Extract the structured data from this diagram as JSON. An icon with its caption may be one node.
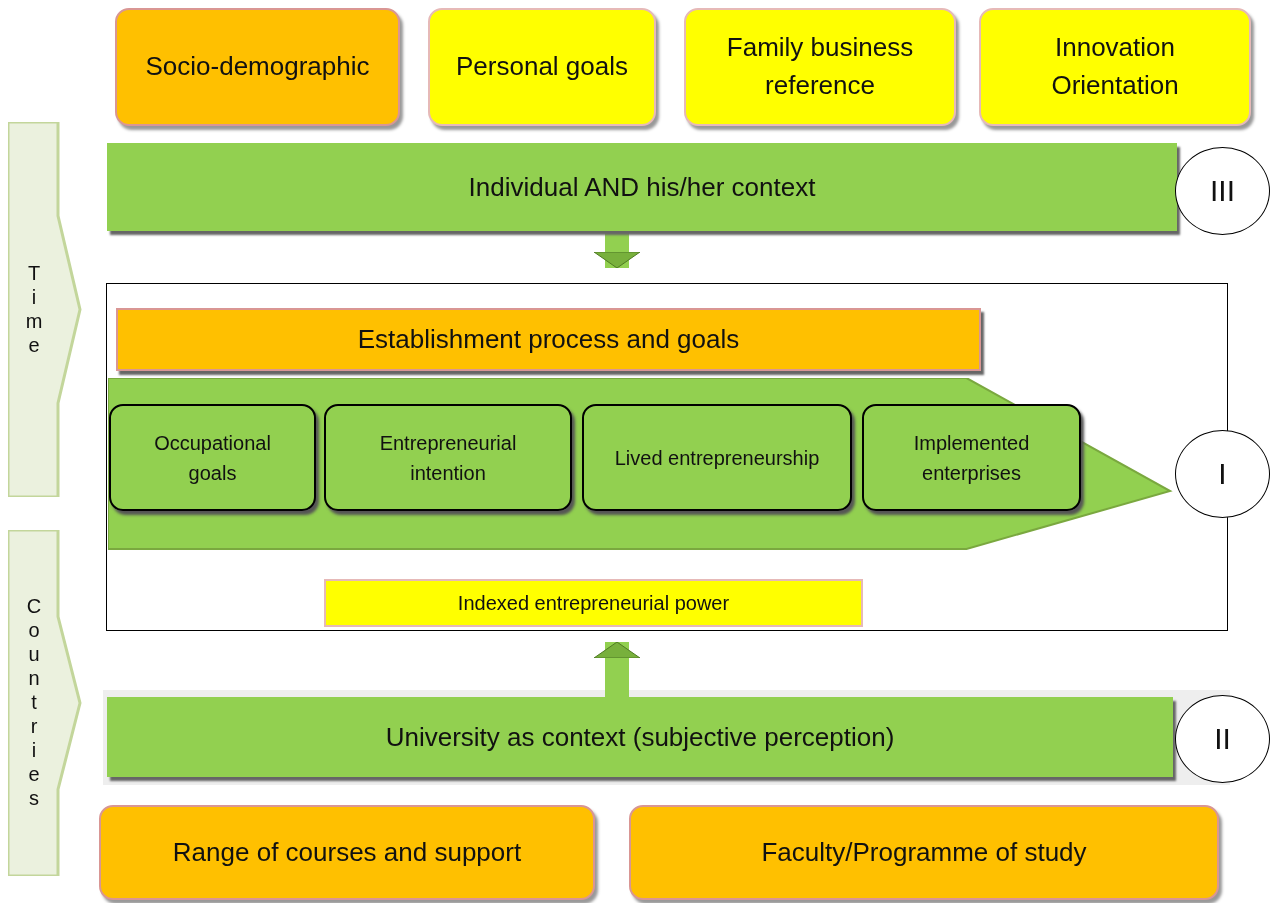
{
  "diagram": {
    "nodes": [
      {
        "text": [
          "Socio-demographic"
        ]
      },
      {
        "text": [
          "Personal goals"
        ]
      },
      {
        "text": [
          "Family business reference"
        ]
      },
      {
        "text": [
          "Innovation Orientation"
        ]
      },
      {
        "text": [
          "Individual AND his/her context"
        ]
      },
      {
        "text": [
          "III"
        ]
      },
      {
        "text": [
          "Time"
        ]
      },
      {
        "text": [],
        "shape": "box"
      },
      {
        "text": [
          "Establishment process and goals"
        ],
        "in": 7
      },
      {
        "text": [],
        "shape": "arrow",
        "in": 7
      },
      {
        "text": [
          "Occupational goals"
        ],
        "in": 9
      },
      {
        "text": [
          "Entrepreneurial intention"
        ],
        "in": 9
      },
      {
        "text": [
          "Lived entrepreneurship"
        ],
        "in": 9
      },
      {
        "text": [
          "Implemented enterprises"
        ],
        "in": 9
      },
      {
        "text": [
          "I"
        ]
      },
      {
        "text": [
          "Indexed entrepreneurial power"
        ],
        "in": 7
      },
      {
        "text": [
          "Countries"
        ]
      },
      {
        "text": [
          "University as context (subjective perception)"
        ]
      },
      {
        "text": [
          "II"
        ]
      },
      {
        "text": [
          "Range of courses and support"
        ]
      },
      {
        "text": [
          "Faculty/Programme of study"
        ]
      }
    ],
    "edges": [
      {
        "from": 4,
        "to": 7,
        "arrow": "to"
      },
      {
        "from": 17,
        "to": 15,
        "arrow": "to"
      }
    ]
  }
}
